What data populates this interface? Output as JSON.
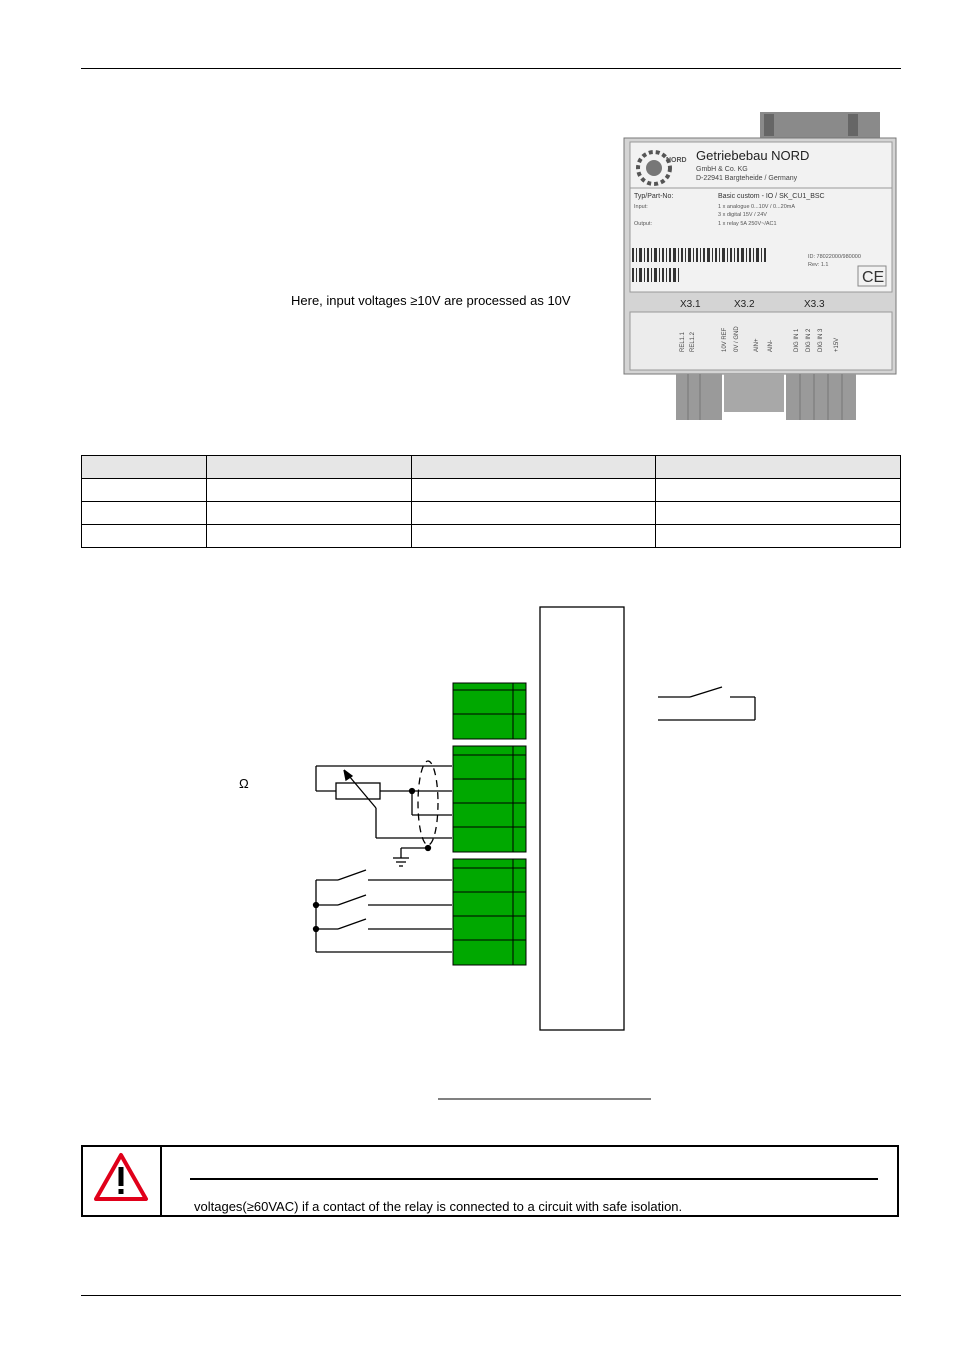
{
  "header": {},
  "intro": {
    "note": "Here, input voltages ≥10V are processed as 10V"
  },
  "device_label": {
    "brand": "Getriebebau NORD",
    "company_line1": "GmbH & Co. KG",
    "company_line2": "D-22941 Bargteheide / Germany",
    "part_label": "Typ/Part-No:",
    "part_value": "Basic custom - IO  /  SK_CU1_BSC",
    "input_label": "Input:",
    "input_line1": "1 x analogue     0...10V / 0...20mA",
    "input_line2": "3 x digital       15V / 24V",
    "output_label": "Output:",
    "output_value": "1 x relay        5A 250V~/AC1",
    "id_text": "ID:    78022000/980000",
    "rev_text": "Rev:   1.1",
    "ce_mark": "CE",
    "connectors": [
      "X3.1",
      "X3.2",
      "X3.3"
    ],
    "terminal_labels": [
      "REL1.1",
      "REL1.2",
      "10V REF",
      "0V / GND",
      "AIN+",
      "AIN-",
      "DIG IN 1",
      "DIG IN 2",
      "DIG IN 3",
      "+15V"
    ]
  },
  "table": {
    "rows": [
      [
        "",
        "",
        "",
        ""
      ],
      [
        "",
        "",
        "",
        ""
      ],
      [
        "",
        "",
        "",
        ""
      ]
    ]
  },
  "diagram": {
    "ohm_symbol": "Ω"
  },
  "warning": {
    "text": "voltages(≥60VAC) if a contact of the relay is connected to a circuit with safe isolation."
  },
  "colors": {
    "terminal_green": "#00a800",
    "warning_red": "#e0001a"
  }
}
